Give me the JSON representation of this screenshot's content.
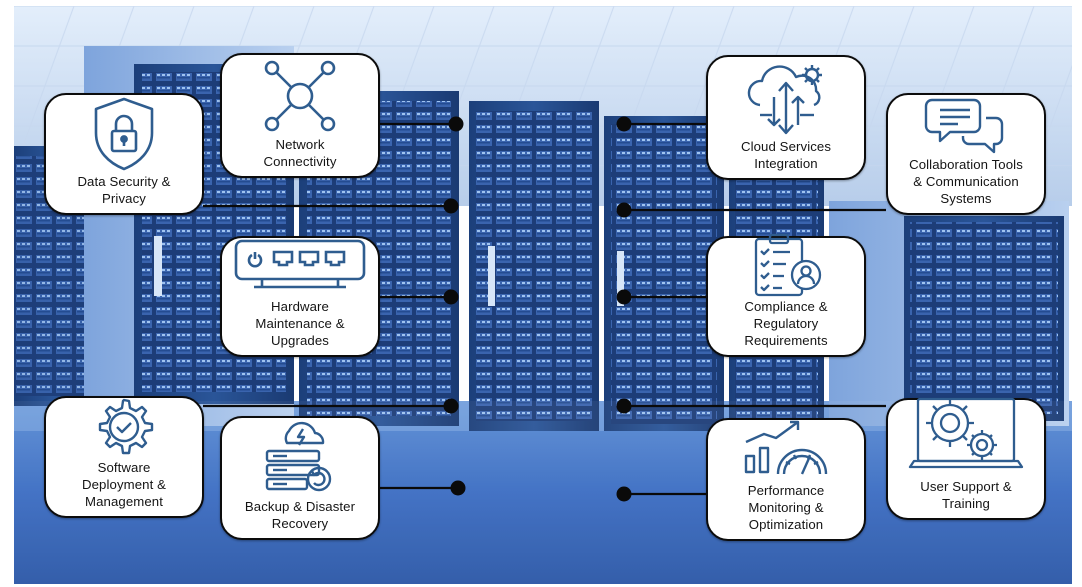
{
  "cards": [
    {
      "id": "data-security",
      "label": "Data Security &\nPrivacy",
      "icon": "shield-lock-icon"
    },
    {
      "id": "network",
      "label": "Network\nConnectivity",
      "icon": "network-hub-icon"
    },
    {
      "id": "hardware",
      "label": "Hardware\nMaintenance &\nUpgrades",
      "icon": "network-switch-icon"
    },
    {
      "id": "software",
      "label": "Software\nDeployment &\nManagement",
      "icon": "gear-check-icon"
    },
    {
      "id": "backup",
      "label": "Backup & Disaster\nRecovery",
      "icon": "server-restore-icon"
    },
    {
      "id": "cloud",
      "label": "Cloud Services\nIntegration",
      "icon": "cloud-sync-icon"
    },
    {
      "id": "collaboration",
      "label": "Collaboration Tools\n& Communication\nSystems",
      "icon": "chat-bubbles-icon"
    },
    {
      "id": "compliance",
      "label": "Compliance &\nRegulatory\nRequirements",
      "icon": "clipboard-checklist-icon"
    },
    {
      "id": "performance",
      "label": "Performance\nMonitoring &\nOptimization",
      "icon": "chart-gauge-icon"
    },
    {
      "id": "user-support",
      "label": "User Support &\nTraining",
      "icon": "laptop-gears-icon"
    }
  ],
  "colors": {
    "icon_stroke": "#2f5d8f",
    "connector": "#0a0a0a",
    "card_border": "#0c0c0c",
    "scene_blue": "#3f74c8",
    "scene_dark": "#16386e"
  }
}
